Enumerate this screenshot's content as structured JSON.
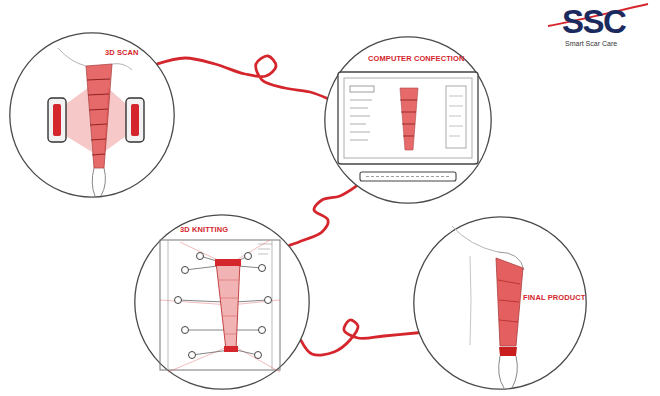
{
  "diagram": {
    "nodes": [
      {
        "text": [
          "3D SCAN"
        ]
      },
      {
        "text": [
          "COMPUTER CONFECTION"
        ]
      },
      {
        "text": [
          "3D KNITTING"
        ]
      },
      {
        "text": [
          "FINAL PRODUCT"
        ]
      }
    ],
    "edges": [
      {
        "from": 0,
        "to": 1,
        "arrow": "none"
      },
      {
        "from": 1,
        "to": 2,
        "arrow": "none"
      },
      {
        "from": 2,
        "to": 3,
        "arrow": "none"
      }
    ],
    "labels": [
      "SSC",
      "Smart Scar Care"
    ]
  }
}
